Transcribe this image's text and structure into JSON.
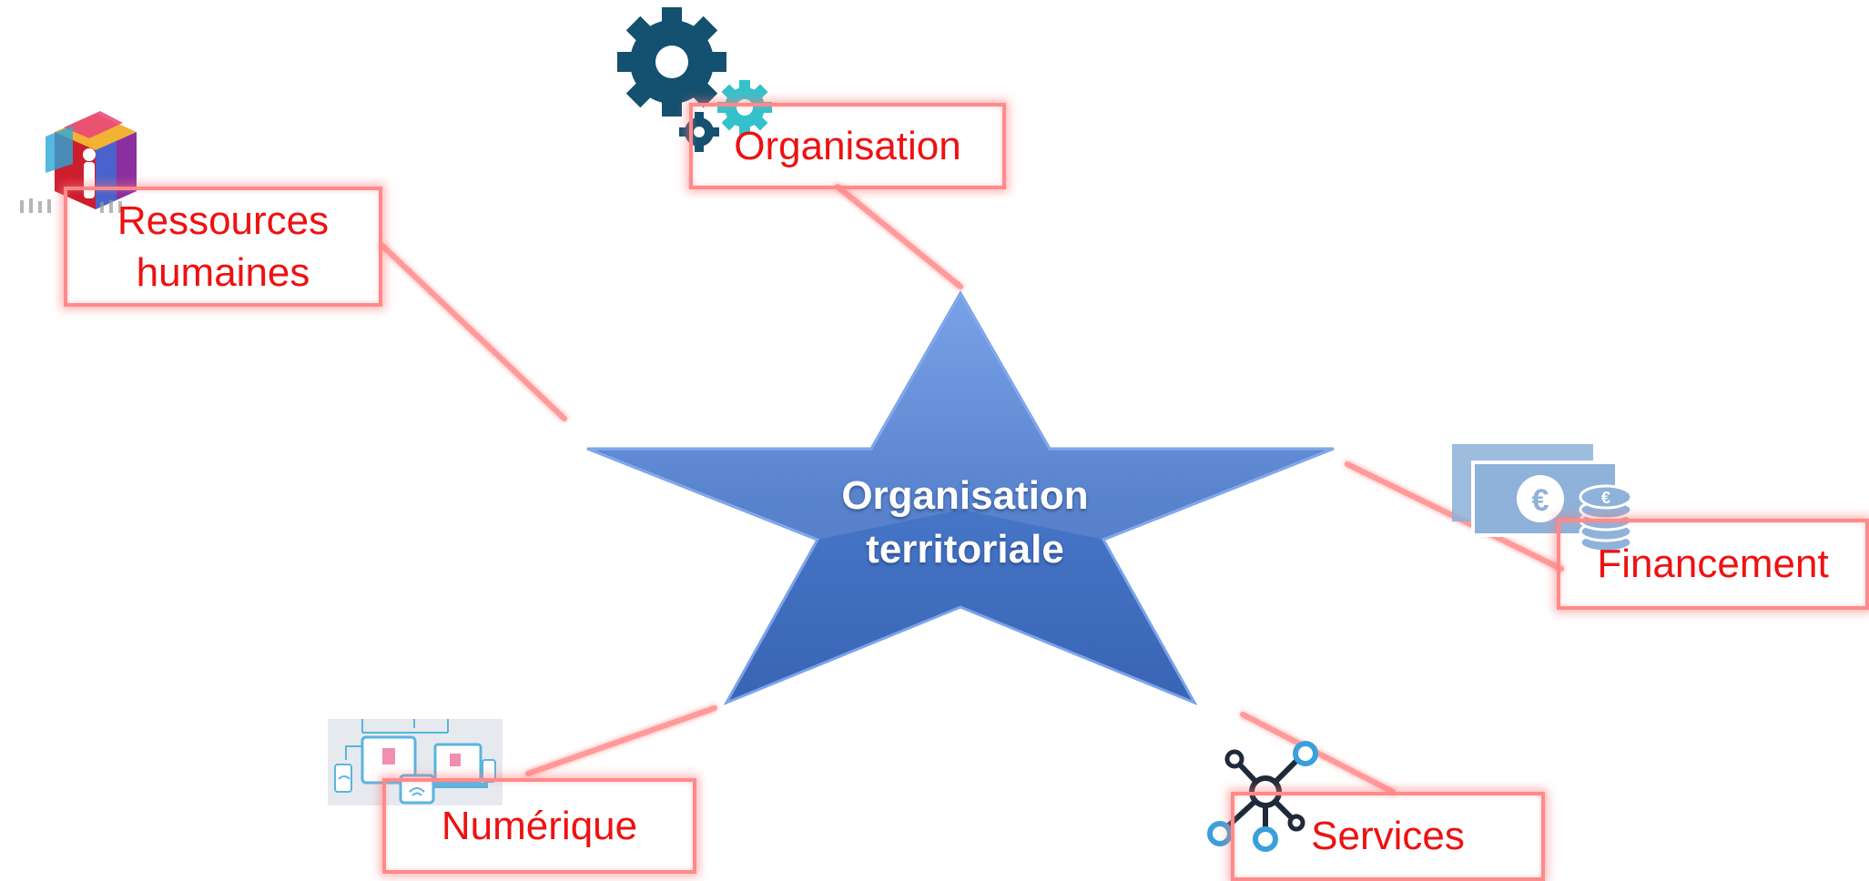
{
  "center": {
    "line1": "Organisation",
    "line2": "territoriale",
    "color": "#4a78cc"
  },
  "nodes": [
    {
      "id": "rh",
      "line1": "Ressources",
      "line2": "humaines",
      "icon": "people-cube-icon"
    },
    {
      "id": "org",
      "line1": "Organisation",
      "line2": "",
      "icon": "gears-icon"
    },
    {
      "id": "fin",
      "line1": "Financement",
      "line2": "",
      "icon": "euro-money-icon"
    },
    {
      "id": "svc",
      "line1": "Services",
      "line2": "",
      "icon": "network-nodes-icon"
    },
    {
      "id": "num",
      "line1": "Numérique",
      "line2": "",
      "icon": "devices-icon"
    }
  ],
  "colors": {
    "label": "#ee1111",
    "connector": "#ff9a9a",
    "gear_dark": "#14506f",
    "gear_light": "#33c2cc"
  }
}
